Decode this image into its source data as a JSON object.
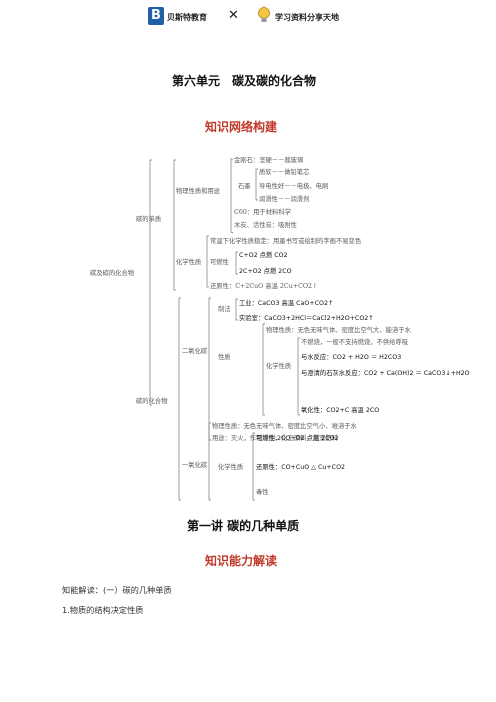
{
  "header": {
    "brand1": "贝斯特教育",
    "cross": "✕",
    "brand2": "学习资料分享天地",
    "logo_char": "B",
    "accent_color": "#1f5fa8"
  },
  "titles": {
    "unit": "第六单元　碳及碳的化合物",
    "network": "知识网络构建",
    "lecture": "第一讲 碳的几种单质",
    "ability": "知识能力解读"
  },
  "mindmap": {
    "root": "碳及碳的化合物",
    "elem": "碳的单质",
    "phys": "物理性质和用途",
    "diamond": "金刚石：坚硬－－裁玻璃",
    "graphite": "石墨",
    "g1": "质软－－做铅笔芯",
    "g2": "导电性好－－电极、电刷",
    "g3": "润滑性－－润滑剂",
    "c60": "C60：用于材料科学",
    "charcoal": "木炭、活性炭：吸附性",
    "chem": "化学性质",
    "stable": "常温下化学性质稳定：用墨书写或绘制的字画不易变色",
    "flam": "可燃性",
    "flam1": "C+O2 点燃 CO2",
    "flam2": "2C+O2 点燃 2CO",
    "red": "还原性：C+2CuO 高温 2Cu+CO2↑",
    "comp": "碳的化合物",
    "co2": "二氧化碳",
    "prep": "制法",
    "prep1": "工业：CaCO3 高温 CaO+CO2↑",
    "prep2": "实验室：CaCO3+2HCl＝CaCl2+H2O+CO2↑",
    "props": "性质",
    "co2phys": "物理性质：无色无味气体、密度比空气大、能溶于水",
    "co2chem": "化学性质",
    "c1": "不燃烧，一般不支持燃烧，不供给呼吸",
    "c2": "与水反应：CO2 + H2O ＝ H2CO3",
    "c3": "与澄清的石灰水反应：CO2 + Ca(OH)2 ＝ CaCO3↓+H2O",
    "c4": "氧化性：CO2+C 高温 2CO",
    "uses": "用途：灭火，作制冷剂，化工原料，温室肥料",
    "co": "一氧化碳",
    "cophys": "物理性质：无色无味气体、密度比空气小、难溶于水",
    "cochem": "化学性质",
    "co1": "可燃性:2CO+O2 点燃 2CO2",
    "co2r": "还原性：CO+CuO △ Cu+CO2",
    "co3": "毒性"
  },
  "body": {
    "line1": "知能解读：(一）碳的几种单质",
    "line2": "1.物质的结构决定性质"
  }
}
